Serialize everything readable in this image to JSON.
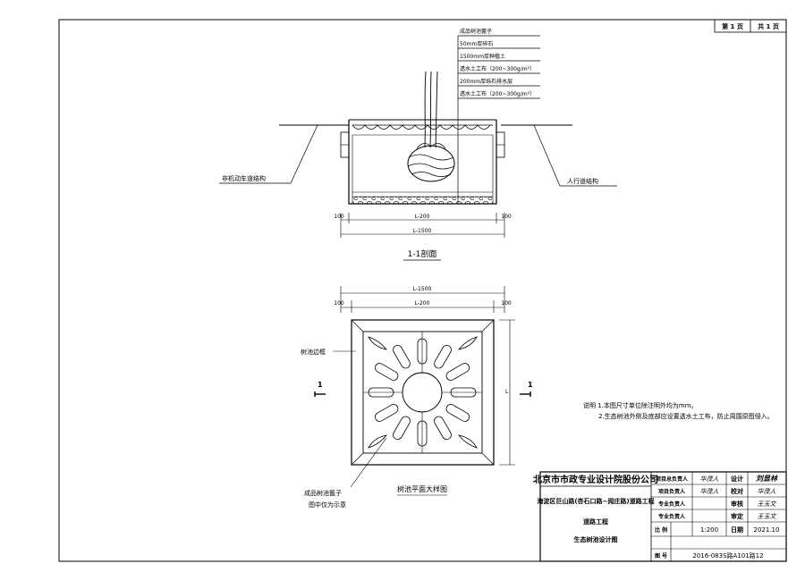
{
  "page": {
    "label": "第 1 页",
    "total": "共 1 页"
  },
  "section": {
    "callout_labels": [
      "成品树池篦子",
      "50mm厚碎石",
      "1500mm厚种植土",
      "透水土工布（200~300g/m²）",
      "200mm厚砾石排水层",
      "透水土工布（200~300g/m²）"
    ],
    "left_road_label": "非机动车道结构",
    "right_road_label": "人行道结构",
    "dim_edge_left": "100",
    "dim_edge_right": "100",
    "dim_inner": "L-200",
    "dim_outer": "L-1500",
    "title": "1-1剖面"
  },
  "plan": {
    "dim_outer": "L-1500",
    "dim_edge_left": "100",
    "dim_edge_right": "100",
    "dim_inner": "L-200",
    "dim_vertical": "L",
    "frame_label": "树池边框",
    "section_mark": "1",
    "grate_label_line1": "成品树池篦子",
    "grate_label_line2": "图中仅为示意",
    "title": "树池平面大样图"
  },
  "notes": {
    "line1": "说明 1.本图尺寸单位除注明外均为mm。",
    "line2": "2.生态树池外侧及底部应设置透水土工布，防止周围原图侵入。"
  },
  "title_block": {
    "company": "北京市市政专业设计院股份公司",
    "project": "海淀区巨山路(杏石口路~阅庄路)道路工程",
    "subproject": "道路工程",
    "drawing_name": "生态树池设计图",
    "roles": [
      {
        "label": "项目总负责人",
        "sign": "华茂人"
      },
      {
        "label": "项目负责人",
        "sign": "华茂人"
      },
      {
        "label": "专业负责人",
        "sign": ""
      },
      {
        "label": "专业负责人",
        "sign": ""
      }
    ],
    "review": [
      {
        "label": "设计",
        "sign": "刘显林"
      },
      {
        "label": "校对",
        "sign": "华茂人"
      },
      {
        "label": "审核",
        "sign": "王玉文"
      },
      {
        "label": "审定",
        "sign": "王玉文"
      }
    ],
    "scale_label": "比 例",
    "scale": "1:200",
    "date_label": "日期",
    "date": "2021.10",
    "drawing_no_label": "图 号",
    "drawing_no": "2016-083S路A101路12"
  }
}
